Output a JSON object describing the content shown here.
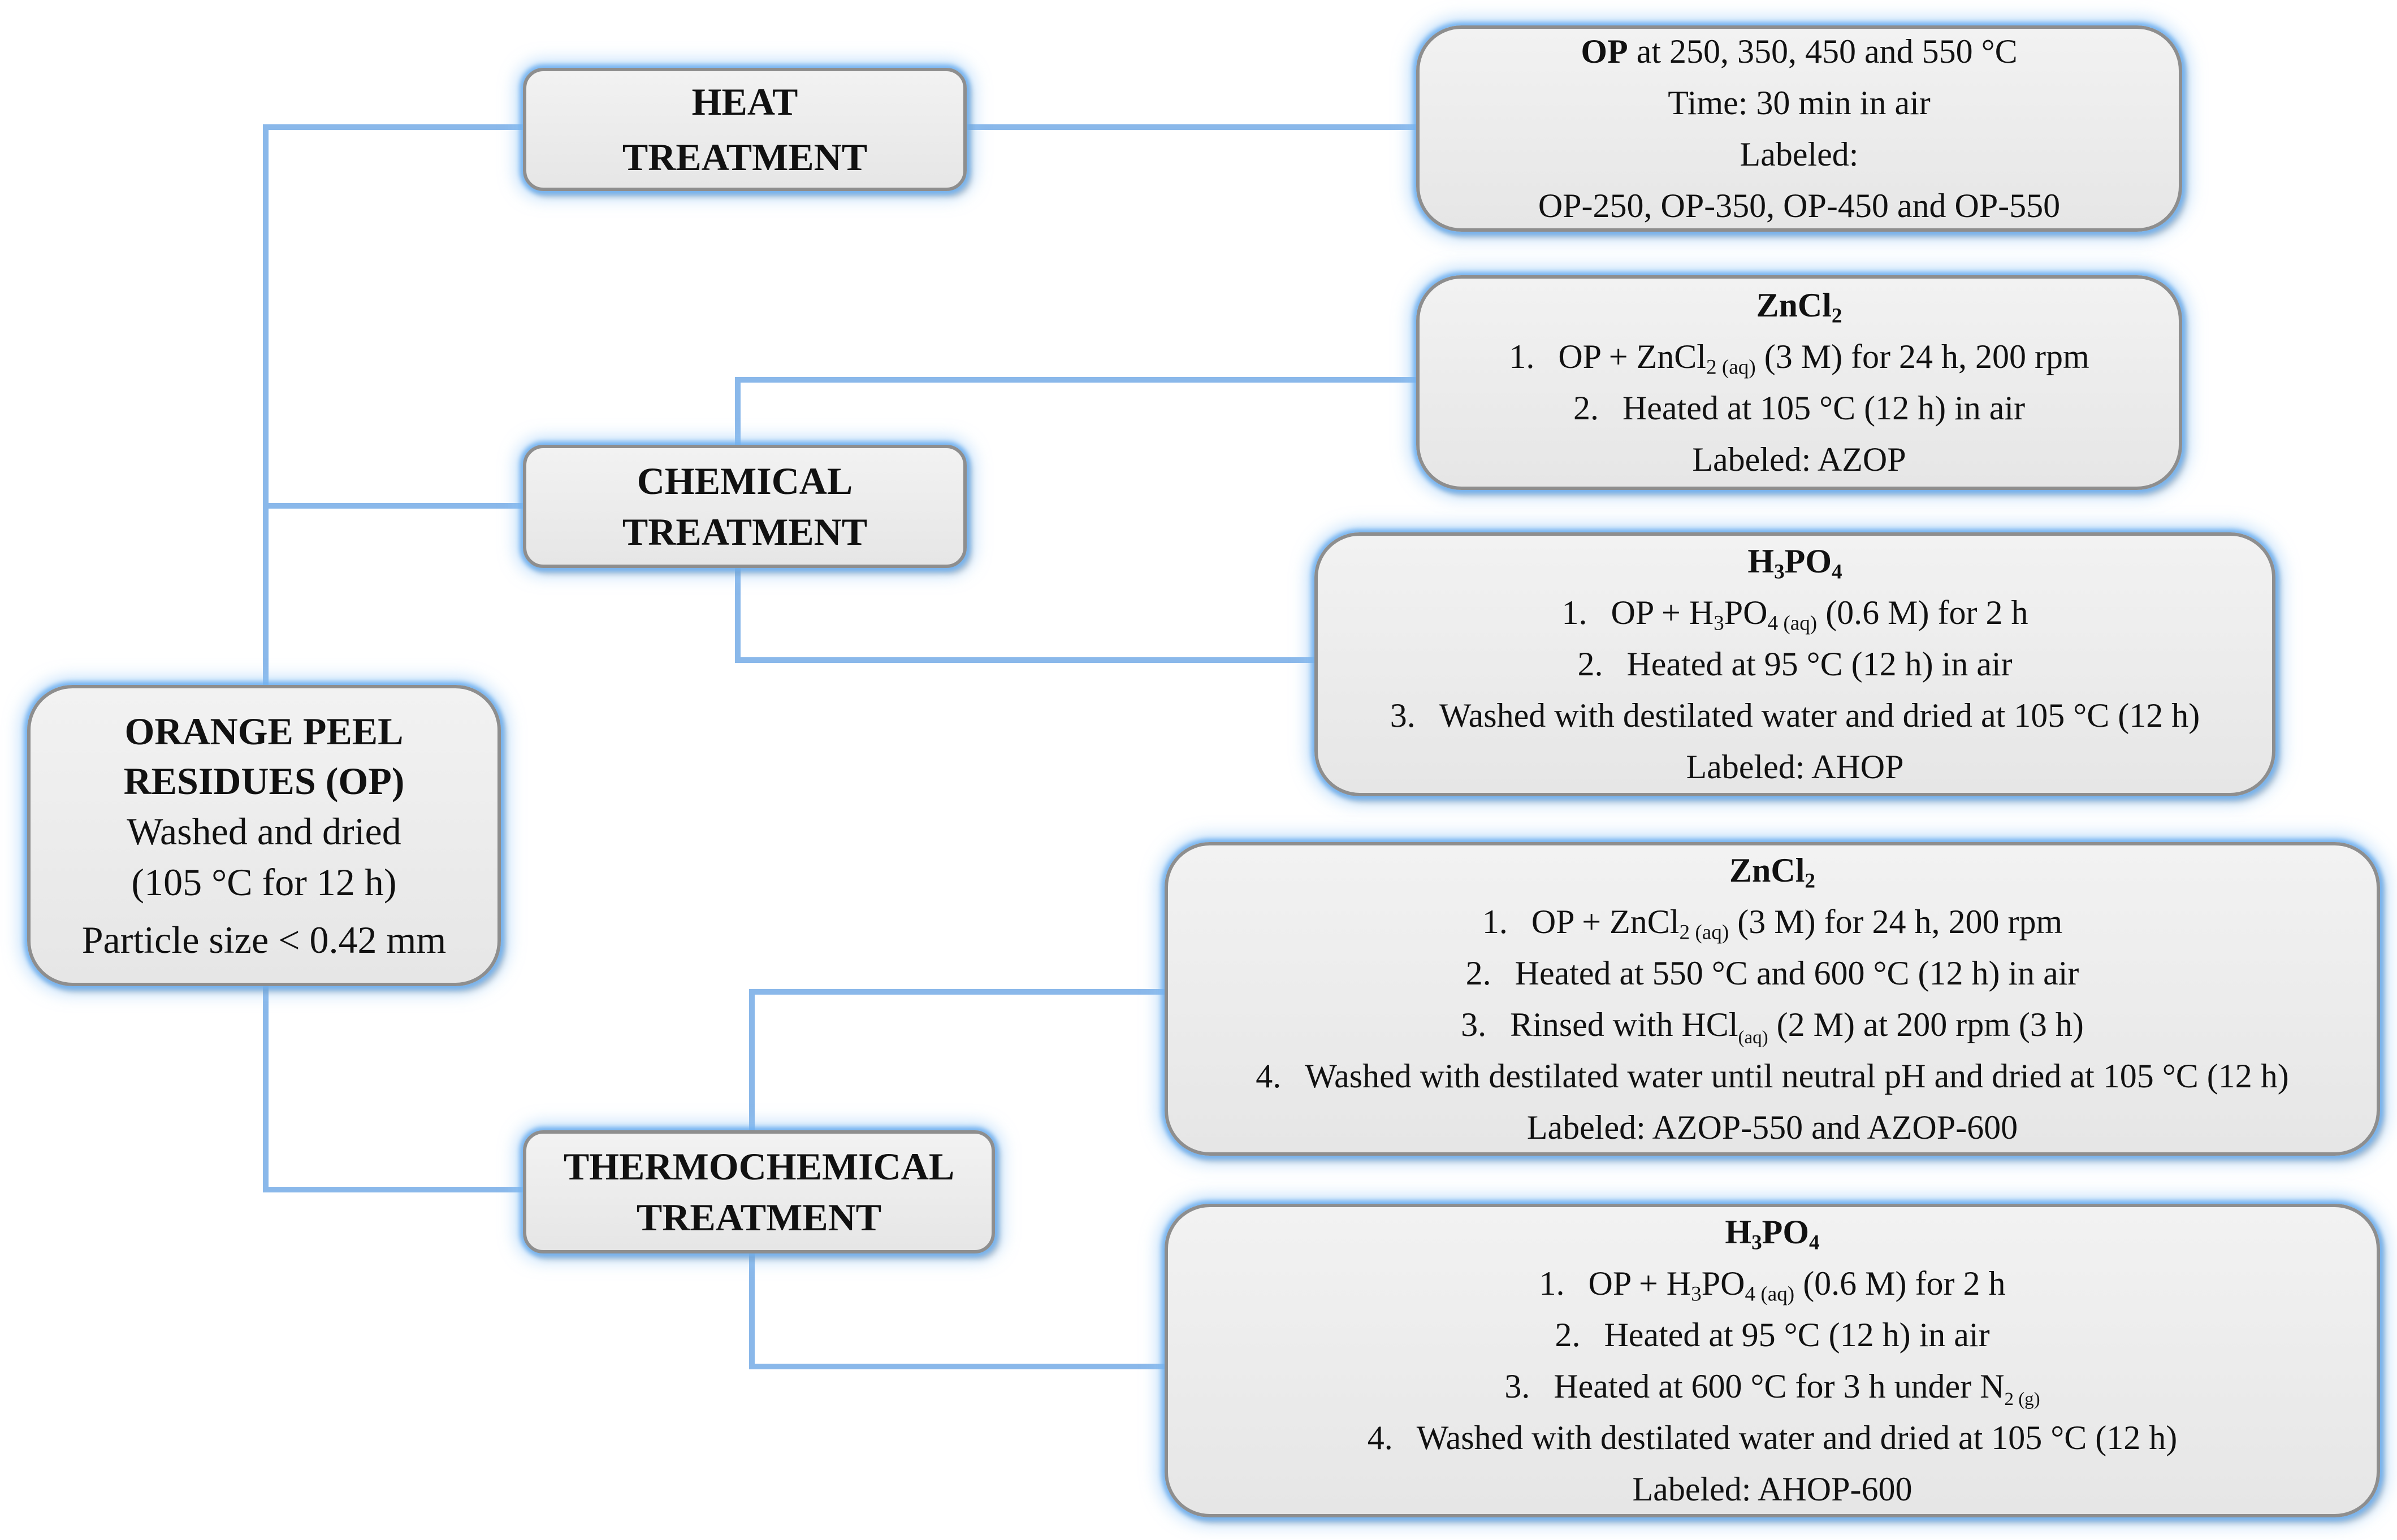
{
  "colors": {
    "connector": "#8ab8ea",
    "glow": "#6eaff0",
    "box_fill": "#ececec",
    "box_border": "#8e8e8e"
  },
  "main": {
    "title_1": "ORANGE PEEL",
    "title_2": "RESIDUES (OP)",
    "line_1": "Washed and dried",
    "line_2": "(105 °C for 12 h)",
    "line_3": "Particle size < 0.42 mm"
  },
  "heat": {
    "title_1": "HEAT",
    "title_2": "TREATMENT",
    "detail": {
      "line_1_bold": "OP",
      "line_1_rest": " at 250, 350, 450 and 550 °C",
      "line_2": "Time: 30 min in air",
      "line_3": "Labeled:",
      "line_4": "OP-250, OP-350, OP-450 and OP-550"
    }
  },
  "chemical": {
    "title_1": "CHEMICAL",
    "title_2": "TREATMENT",
    "zncl2": {
      "head": "ZnCl",
      "head_sub": "2",
      "step1_num": "1.",
      "step1_a": "OP + ZnCl",
      "step1_sub": "2 (aq)",
      "step1_b": " (3 M) for 24 h, 200 rpm",
      "step2_num": "2.",
      "step2": "Heated at 105 °C (12 h) in air",
      "label": "Labeled: AZOP"
    },
    "h3po4": {
      "head_a": "H",
      "head_sub1": "3",
      "head_b": "PO",
      "head_sub2": "4",
      "step1_num": "1.",
      "step1_a": "OP + H",
      "step1_sub1": "3",
      "step1_b": "PO",
      "step1_sub2": "4 (aq)",
      "step1_c": " (0.6 M) for 2 h",
      "step2_num": "2.",
      "step2": "Heated at 95 °C (12 h) in air",
      "step3_num": "3.",
      "step3": "Washed with destilated water and dried at 105 °C (12 h)",
      "label": "Labeled: AHOP"
    }
  },
  "thermo": {
    "title_1": "THERMOCHEMICAL",
    "title_2": "TREATMENT",
    "zncl2": {
      "head": "ZnCl",
      "head_sub": "2",
      "step1_num": "1.",
      "step1_a": "OP + ZnCl",
      "step1_sub": "2 (aq)",
      "step1_b": " (3 M) for 24 h, 200 rpm",
      "step2_num": "2.",
      "step2": "Heated at 550 °C and 600 °C (12 h) in air",
      "step3_num": "3.",
      "step3_a": "Rinsed with HCl",
      "step3_sub": "(aq)",
      "step3_b": " (2 M) at 200 rpm (3 h)",
      "step4_num": "4.",
      "step4": "Washed with destilated water until neutral pH and dried at 105 °C (12 h)",
      "label": "Labeled: AZOP-550 and AZOP-600"
    },
    "h3po4": {
      "head_a": "H",
      "head_sub1": "3",
      "head_b": "PO",
      "head_sub2": "4",
      "step1_num": "1.",
      "step1_a": "OP + H",
      "step1_sub1": "3",
      "step1_b": "PO",
      "step1_sub2": "4 (aq)",
      "step1_c": " (0.6 M) for 2 h",
      "step2_num": "2.",
      "step2": "Heated at 95 °C (12 h) in air",
      "step3_num": "3.",
      "step3_a": "Heated at 600 °C for 3 h under N",
      "step3_sub": "2 (g)",
      "step4_num": "4.",
      "step4": "Washed with destilated water and dried at 105 °C (12 h)",
      "label": "Labeled: AHOP-600"
    }
  }
}
